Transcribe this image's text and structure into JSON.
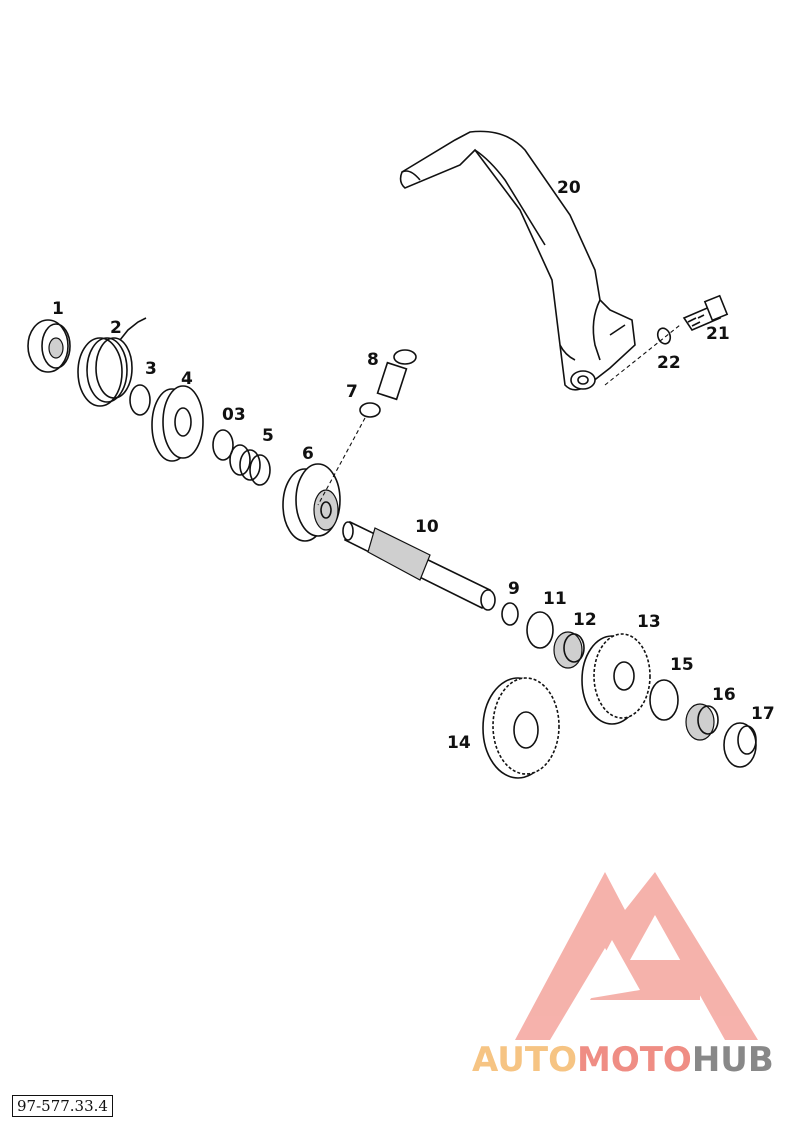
{
  "reference_code": "97-577.33.4",
  "callouts": [
    "1",
    "2",
    "3",
    "4",
    "03",
    "5",
    "6",
    "7",
    "8",
    "10",
    "9",
    "11",
    "12",
    "13",
    "14",
    "15",
    "16",
    "17",
    "20",
    "21",
    "22"
  ],
  "logo": {
    "part1": "AUTO",
    "part2": "MOTO",
    "part3": "HUB",
    "color_light": "#f6c483",
    "color_mid": "#ef8d84",
    "color_dark": "#888888",
    "triangle_color": "#f4a59d"
  }
}
